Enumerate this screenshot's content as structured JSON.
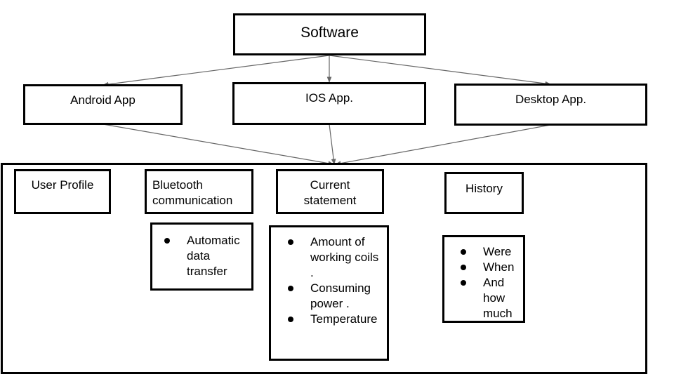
{
  "diagram": {
    "root": {
      "label": "Software"
    },
    "platforms": [
      {
        "label": "Android App"
      },
      {
        "label": "IOS App."
      },
      {
        "label": "Desktop App."
      }
    ],
    "modules": [
      {
        "label": "User Profile",
        "items": []
      },
      {
        "label": "Bluetooth communication",
        "items": [
          "Automatic data transfer"
        ]
      },
      {
        "label": "Current statement",
        "items": [
          "Amount of working coils .",
          "Consuming power .",
          "Temperature"
        ]
      },
      {
        "label": "History",
        "items": [
          "Were",
          "When",
          "And how much"
        ]
      }
    ],
    "colors": {
      "box_border": "#000000",
      "connector": "#666666",
      "background": "#ffffff"
    },
    "edges": [
      {
        "from": "Software",
        "to": "Android App"
      },
      {
        "from": "Software",
        "to": "IOS App."
      },
      {
        "from": "Software",
        "to": "Desktop App."
      },
      {
        "from": "Android App",
        "to": "modules-container"
      },
      {
        "from": "IOS App.",
        "to": "modules-container"
      },
      {
        "from": "Desktop App.",
        "to": "modules-container"
      }
    ]
  }
}
